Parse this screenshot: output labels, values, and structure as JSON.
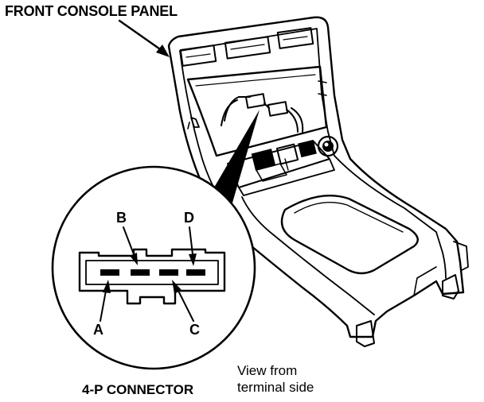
{
  "title": "FRONT CONSOLE PANEL",
  "connector": {
    "name": "4-P CONNECTOR",
    "view_note_line1": "View from",
    "view_note_line2": "terminal side",
    "pins": [
      "A",
      "B",
      "C",
      "D"
    ]
  },
  "colors": {
    "ink": "#000000",
    "paper": "#ffffff"
  }
}
